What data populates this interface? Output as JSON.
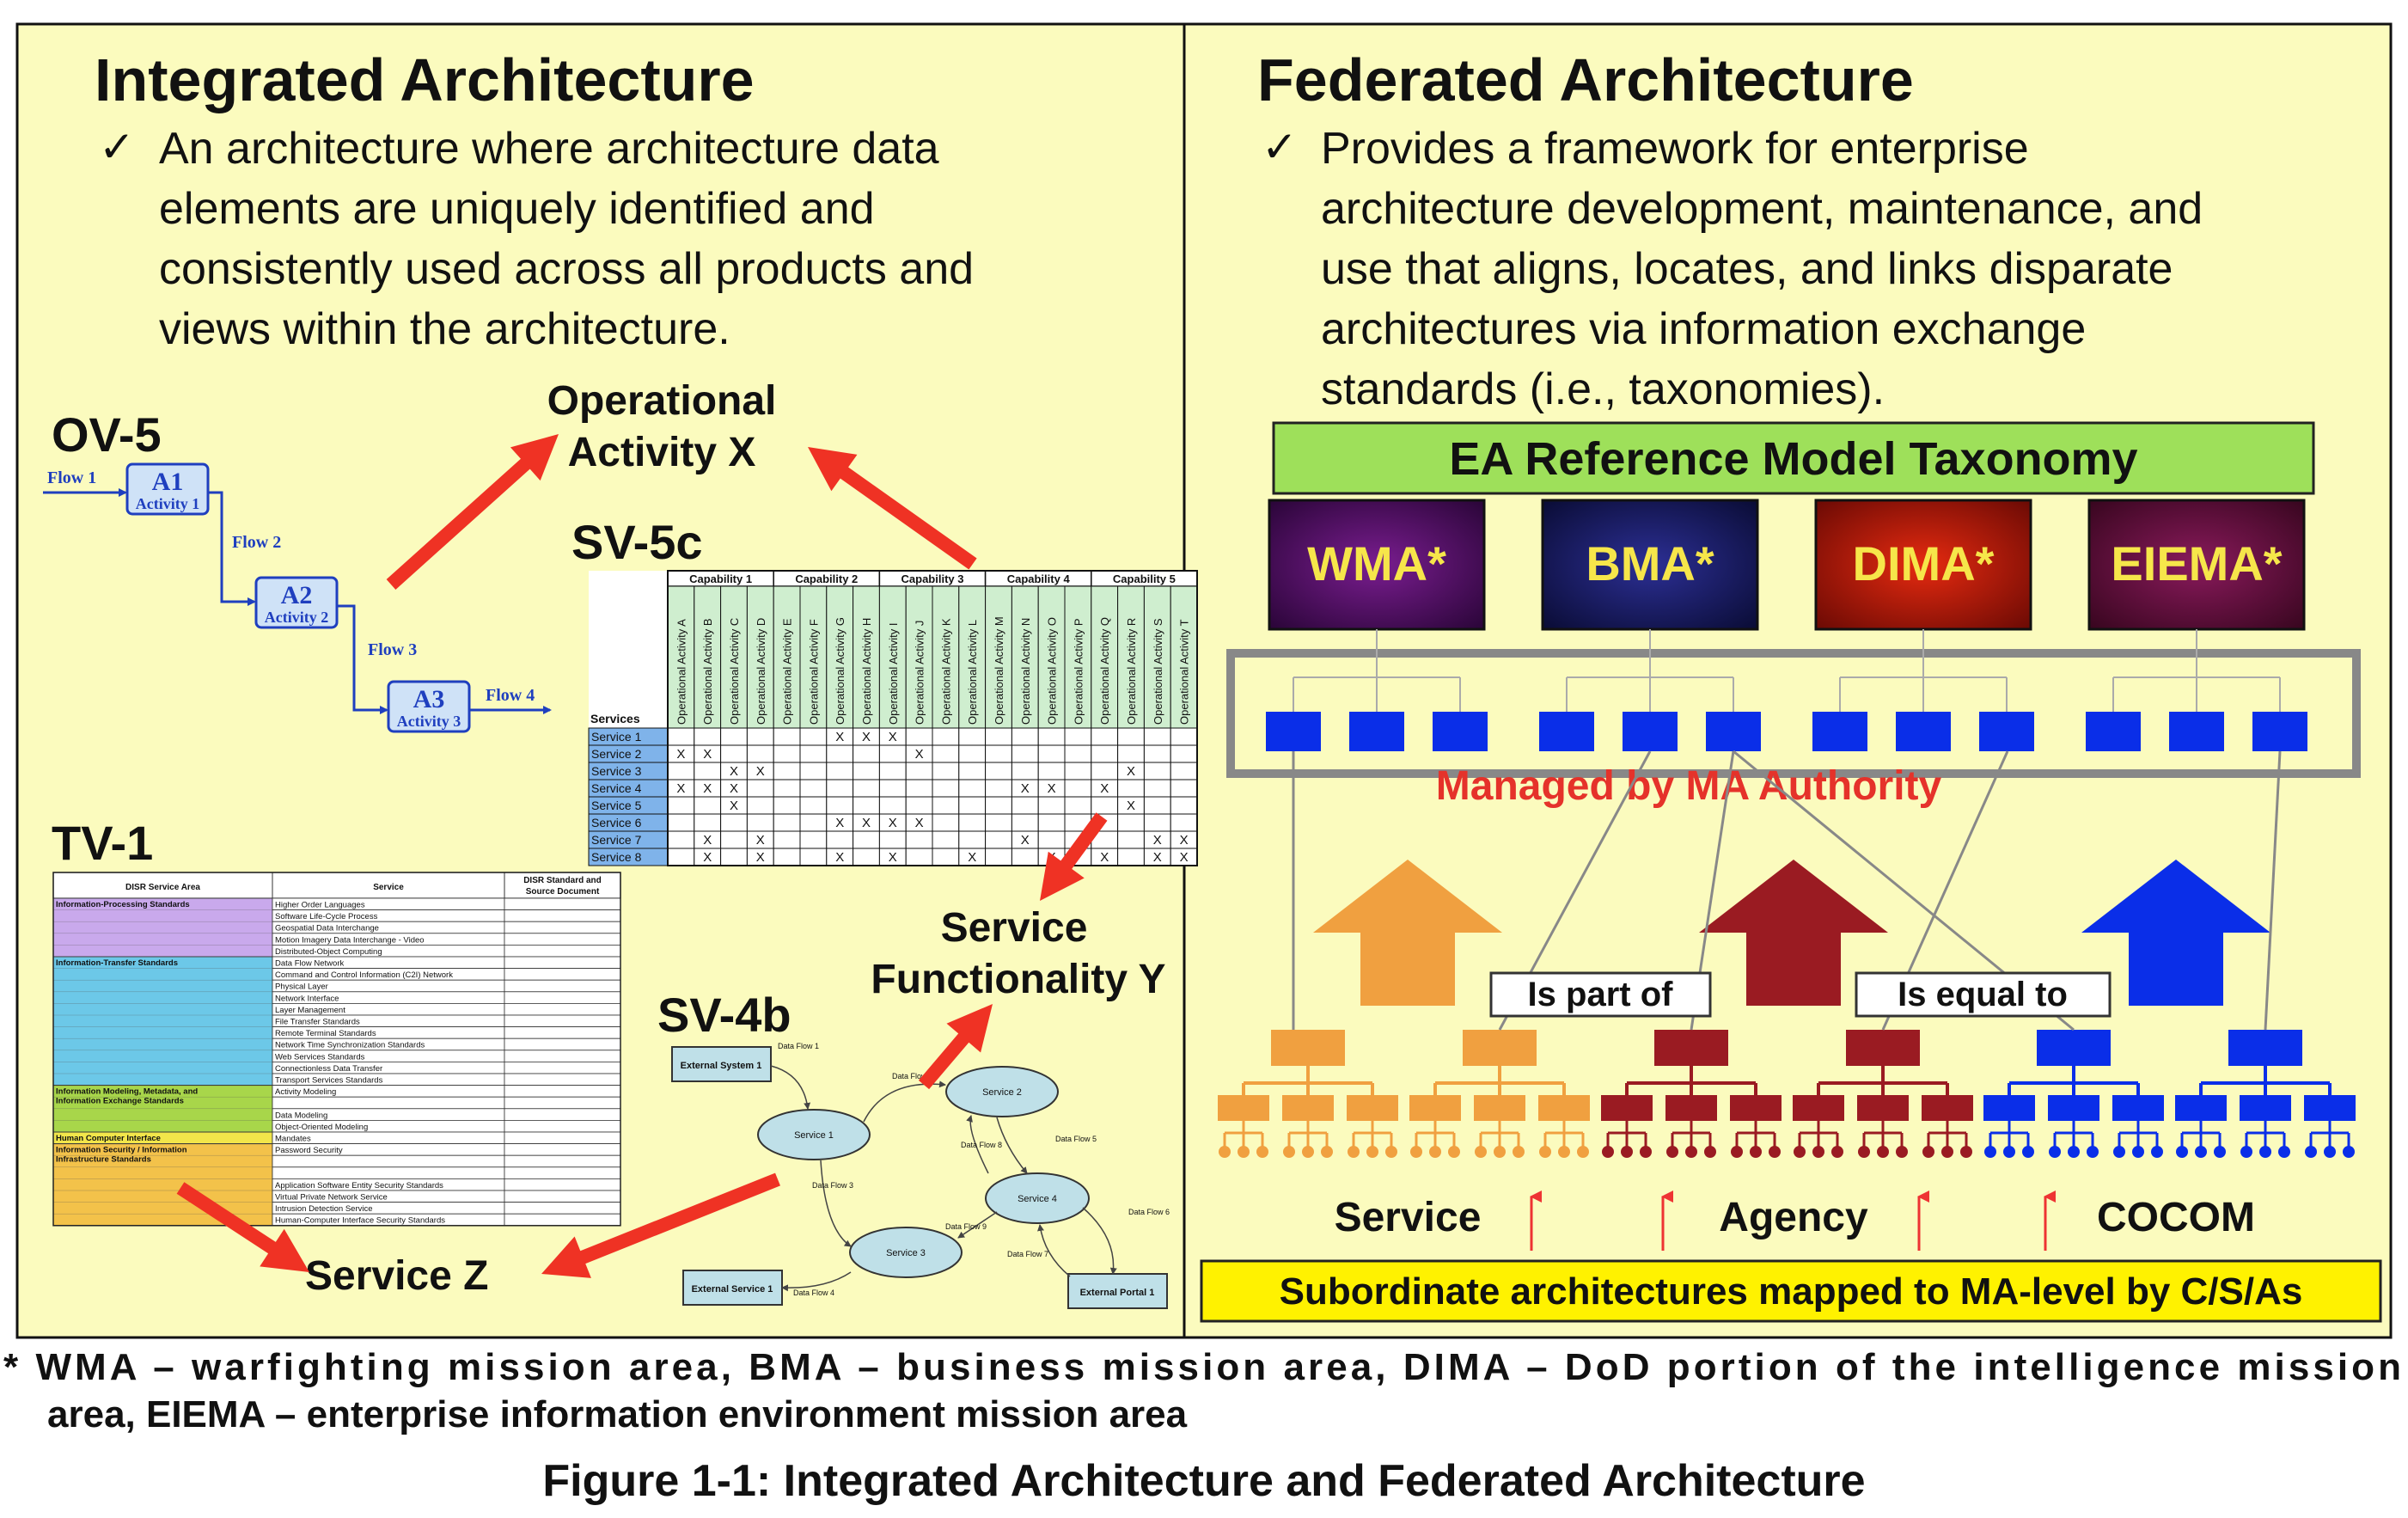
{
  "left": {
    "title": "Integrated Architecture",
    "bullet_lines": [
      "An architecture where architecture data",
      "elements are uniquely identified and",
      "consistently used across all products and",
      "views within the architecture."
    ],
    "labels": {
      "ov5": "OV-5",
      "sv5c": "SV-5c",
      "tv1": "TV-1",
      "sv4b": "SV-4b",
      "op_activity": [
        "Operational",
        "Activity X"
      ],
      "service_func": [
        "Service",
        "Functionality Y"
      ],
      "service_z": "Service  Z"
    },
    "ov5": {
      "activities": [
        {
          "code": "A1",
          "name": "Activity 1"
        },
        {
          "code": "A2",
          "name": "Activity 2"
        },
        {
          "code": "A3",
          "name": "Activity 3"
        }
      ],
      "flows": [
        "Flow 1",
        "Flow 2",
        "Flow 3",
        "Flow 4"
      ]
    },
    "sv5c": {
      "capabilities": [
        "Capability 1",
        "Capability 2",
        "Capability 3",
        "Capability 4",
        "Capability 5"
      ],
      "activities": [
        "Operational Activity A",
        "Operational Activity B",
        "Operational Activity C",
        "Operational Activity D",
        "Operational Activity E",
        "Operational Activity F",
        "Operational Activity G",
        "Operational Activity H",
        "Operational Activity I",
        "Operational Activity J",
        "Operational Activity K",
        "Operational Activity L",
        "Operational Activity M",
        "Operational Activity N",
        "Operational Activity O",
        "Operational Activity P",
        "Operational Activity Q",
        "Operational Activity R",
        "Operational Activity S",
        "Operational Activity T"
      ],
      "services_header": "Services",
      "services": [
        "Service 1",
        "Service 2",
        "Service 3",
        "Service 4",
        "Service 5",
        "Service 6",
        "Service 7",
        "Service 8"
      ],
      "marks": [
        [
          6,
          7,
          8
        ],
        [
          0,
          1,
          9
        ],
        [
          2,
          3,
          17
        ],
        [
          0,
          1,
          2,
          13,
          14,
          16
        ],
        [
          2,
          17
        ],
        [
          6,
          7,
          8,
          9
        ],
        [
          1,
          3,
          13,
          18,
          19
        ],
        [
          1,
          3,
          6,
          8,
          11,
          14,
          16,
          18,
          19
        ]
      ]
    },
    "tv1": {
      "headers": [
        "DISR Service Area",
        "Service",
        "DISR Standard and Source Document"
      ],
      "areas": [
        {
          "name": "Information-Processing Standards",
          "color": "#c9a9ec",
          "services": [
            "Higher Order Languages",
            "Software Life-Cycle Process",
            "Geospatial Data Interchange",
            "Motion Imagery Data Interchange - Video",
            "Distributed-Object Computing"
          ]
        },
        {
          "name": "Information-Transfer Standards",
          "color": "#6cc8e8",
          "services": [
            "Data Flow Network",
            "Command and Control Information (C2I) Network",
            "Physical Layer",
            "Network Interface",
            "Layer Management",
            "File Transfer Standards",
            "Remote Terminal Standards",
            "Network Time Synchronization Standards",
            "Web Services Standards",
            "Connectionless Data Transfer",
            "Transport Services Standards"
          ]
        },
        {
          "name": "Information Modeling, Metadata, and Information Exchange Standards",
          "color": "#a8d64a",
          "services": [
            "Activity Modeling",
            "",
            "Data Modeling",
            "Object-Oriented Modeling"
          ]
        },
        {
          "name": "Human Computer Interface",
          "color": "#f2e64a",
          "services": [
            "Mandates"
          ]
        },
        {
          "name": "Information Security / Information Infrastructure Standards",
          "color": "#f3c24a",
          "services": [
            "Password Security",
            "",
            "",
            "Application Software Entity Security Standards",
            "Virtual Private Network Service",
            "Intrusion Detection Service",
            "Human-Computer Interface Security Standards"
          ]
        }
      ]
    },
    "sv4b": {
      "nodes": [
        "External System 1",
        "Service 1",
        "Service 2",
        "Service 3",
        "Service 4",
        "External Service 1",
        "External Portal 1"
      ],
      "flows": [
        "Data Flow 1",
        "Data Flow 2",
        "Data Flow 3",
        "Data Flow 4",
        "Data Flow 5",
        "Data Flow 6",
        "Data Flow 7",
        "Data Flow 8",
        "Data Flow 9"
      ]
    }
  },
  "right": {
    "title": "Federated Architecture",
    "bullet_lines": [
      "Provides a framework for enterprise",
      "architecture development, maintenance, and",
      "use that aligns, locates, and links disparate",
      "architectures via information exchange",
      "standards (i.e., taxonomies)."
    ],
    "taxonomy": "EA Reference Model Taxonomy",
    "mission_areas": [
      {
        "label": "WMA*",
        "color": "#5a0f6e"
      },
      {
        "label": "BMA*",
        "color": "#1c1f6e"
      },
      {
        "label": "DIMA*",
        "color": "#c01a0a"
      },
      {
        "label": "EIEMA*",
        "color": "#6e0f45"
      }
    ],
    "managed": "Managed by MA Authority",
    "relations": [
      "Is part of",
      "Is equal to"
    ],
    "groups": [
      {
        "label": "Service",
        "color": "#f0a040"
      },
      {
        "label": "Agency",
        "color": "#9a1b22"
      },
      {
        "label": "COCOM",
        "color": "#0a2ee8"
      }
    ],
    "footer_box": "Subordinate architectures mapped to MA-level by C/S/As"
  },
  "footnote": [
    "* WMA – warfighting mission area, BMA – business mission area, DIMA – DoD portion of the intelligence mission",
    "area, EIEMA – enterprise information environment mission area"
  ],
  "caption": "Figure 1-1:  Integrated Architecture and Federated Architecture",
  "colors": {
    "panel_bg": "#fbfbbe",
    "arrow_red": "#ef3224",
    "flow_blue": "#1f3fbf",
    "taxonomy_green": "#9ee05a"
  }
}
